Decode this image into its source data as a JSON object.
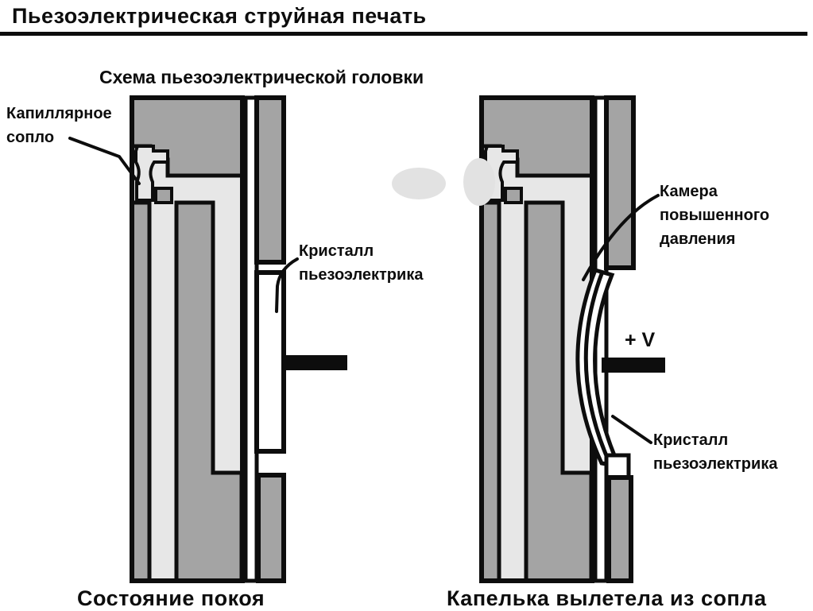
{
  "page": {
    "title": "Пьезоэлектрическая струйная печать",
    "subtitle": "Схема пьезоэлектрической головки"
  },
  "colors": {
    "line": "#0d0d0d",
    "metal_gray": "#a4a4a4",
    "ink_gray": "#e7e7e7",
    "droplet_gray": "#e2e2e2",
    "background": "#ffffff"
  },
  "diagram_left": {
    "caption": "Состояние покоя",
    "labels": {
      "nozzle": "Капиллярное\nсопло",
      "crystal": "Кристалл\nпьезоэлектрика"
    }
  },
  "diagram_right": {
    "caption": "Капелька вылетела из сопла",
    "labels": {
      "chamber": "Камера\nповышенного\nдавления",
      "voltage": "+ V",
      "crystal": "Кристалл\nпьезоэлектрика"
    }
  }
}
